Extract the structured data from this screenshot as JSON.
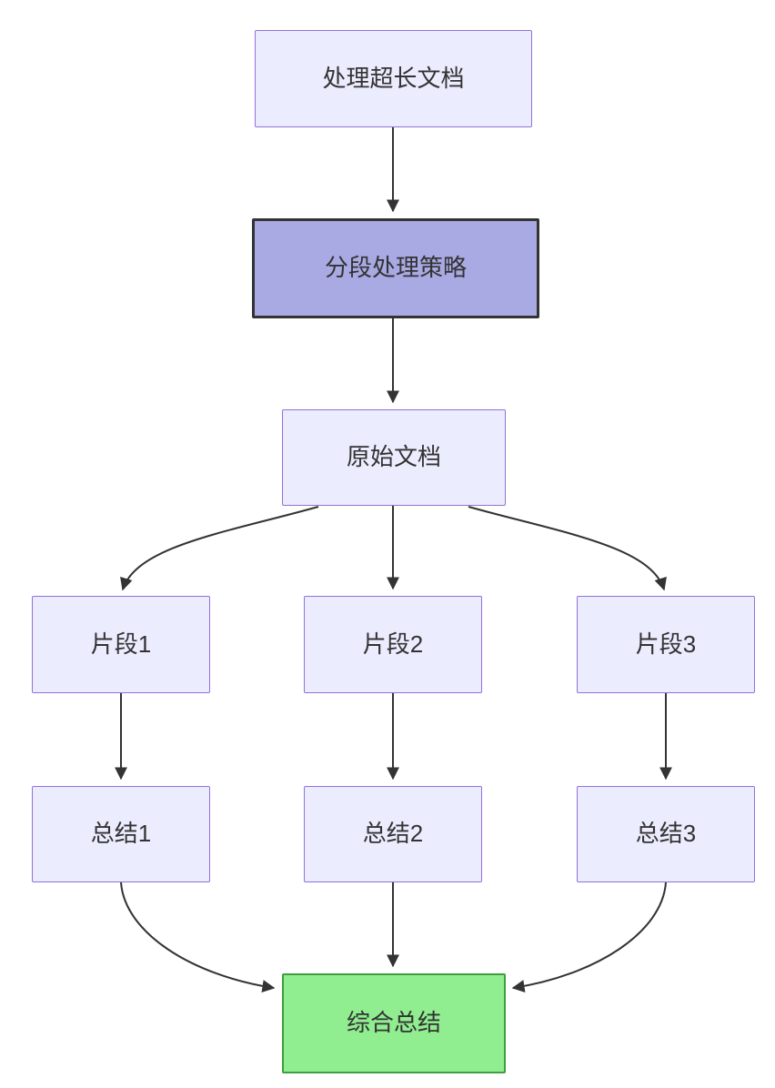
{
  "diagram": {
    "type": "flowchart",
    "direction": "top-down",
    "colors": {
      "background": "#ffffff",
      "node_fill": "#ECECFF",
      "node_border": "#9370DB",
      "highlight_purple_fill": "#a9a9e3",
      "highlight_purple_border": "#333333",
      "highlight_green_fill": "#90EE90",
      "highlight_green_border": "#3f9e3f",
      "edge_color": "#333333",
      "text_color": "#333333"
    },
    "nodes": [
      {
        "id": "A",
        "label": "处理超长文档",
        "style": "default"
      },
      {
        "id": "B",
        "label": "分段处理策略",
        "style": "highlight-purple"
      },
      {
        "id": "C",
        "label": "原始文档",
        "style": "default"
      },
      {
        "id": "D1",
        "label": "片段1",
        "style": "default"
      },
      {
        "id": "D2",
        "label": "片段2",
        "style": "default"
      },
      {
        "id": "D3",
        "label": "片段3",
        "style": "default"
      },
      {
        "id": "E1",
        "label": "总结1",
        "style": "default"
      },
      {
        "id": "E2",
        "label": "总结2",
        "style": "default"
      },
      {
        "id": "E3",
        "label": "总结3",
        "style": "default"
      },
      {
        "id": "F",
        "label": "综合总结",
        "style": "highlight-green"
      }
    ],
    "edges": [
      {
        "from": "A",
        "to": "B"
      },
      {
        "from": "B",
        "to": "C"
      },
      {
        "from": "C",
        "to": "D1"
      },
      {
        "from": "C",
        "to": "D2"
      },
      {
        "from": "C",
        "to": "D3"
      },
      {
        "from": "D1",
        "to": "E1"
      },
      {
        "from": "D2",
        "to": "E2"
      },
      {
        "from": "D3",
        "to": "E3"
      },
      {
        "from": "E1",
        "to": "F"
      },
      {
        "from": "E2",
        "to": "F"
      },
      {
        "from": "E3",
        "to": "F"
      }
    ]
  }
}
